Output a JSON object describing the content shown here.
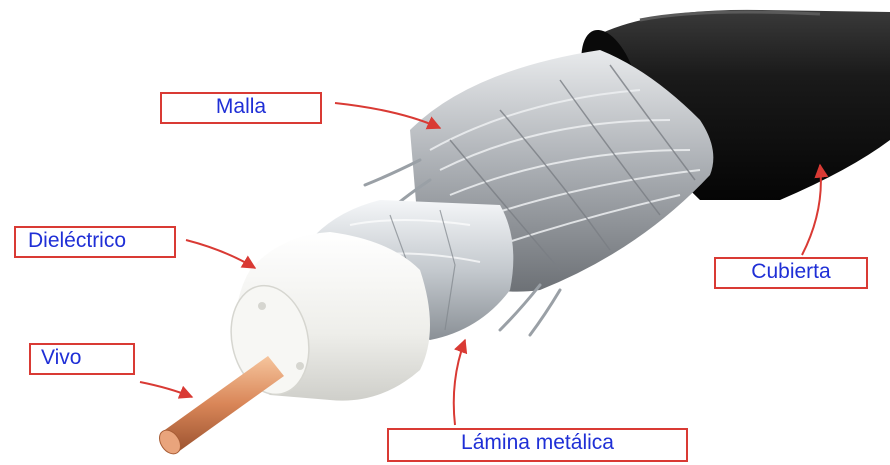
{
  "diagram": {
    "labels": {
      "malla": "Malla",
      "dielectrico": "Dieléctrico",
      "vivo": "Vivo",
      "cubierta": "Cubierta",
      "lamina": "Lámina metálica"
    },
    "colors": {
      "label_border": "#d93a34",
      "label_text": "#1f2fd6",
      "arrow": "#d93a34",
      "jacket": "#151515",
      "braid": "#b9bdc2",
      "foil": "#d4d8dd",
      "dielectric": "#f1f1ee",
      "conductor": "#d9895b"
    }
  }
}
